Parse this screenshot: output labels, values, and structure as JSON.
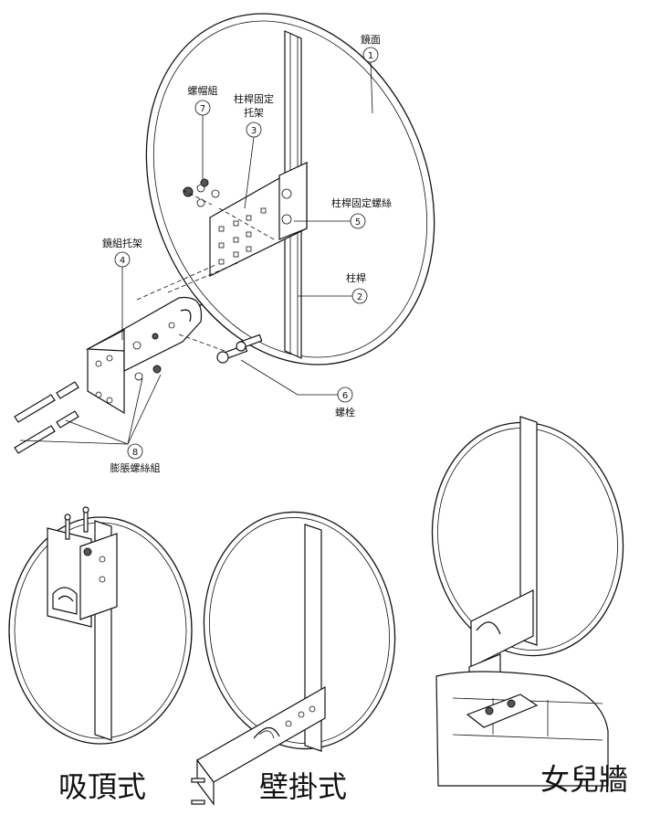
{
  "parts": [
    {
      "number": "1",
      "label": "鏡面"
    },
    {
      "number": "2",
      "label": "柱桿"
    },
    {
      "number": "3",
      "label": "柱桿固定托架"
    },
    {
      "number": "4",
      "label": "鏡組托架"
    },
    {
      "number": "5",
      "label": "柱桿固定螺絲"
    },
    {
      "number": "6",
      "label": "螺栓"
    },
    {
      "number": "7",
      "label": "螺帽組"
    },
    {
      "number": "8",
      "label": "膨脹螺絲組"
    }
  ],
  "labels": {
    "p3_line1": "柱桿固定",
    "p3_line2": "托架"
  },
  "mounting_types": {
    "ceiling": "吸頂式",
    "wall": "壁掛式",
    "parapet": "女兒牆"
  }
}
